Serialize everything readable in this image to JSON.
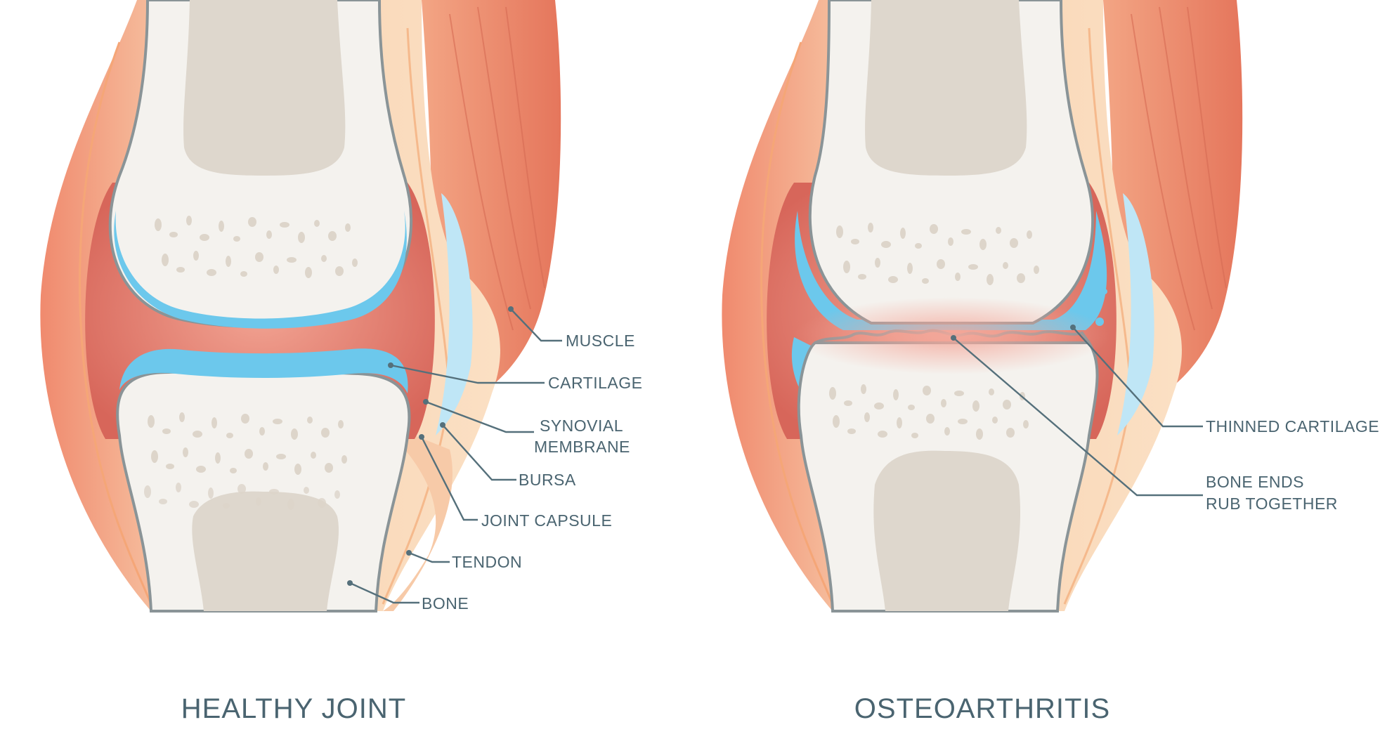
{
  "healthy": {
    "caption": "HEALTHY JOINT",
    "labels": {
      "muscle": "MUSCLE",
      "cartilage": "CARTILAGE",
      "synovial_1": "SYNOVIAL",
      "synovial_2": "MEMBRANE",
      "bursa": "BURSA",
      "joint_capsule": "JOINT CAPSULE",
      "tendon": "TENDON",
      "bone": "BONE"
    }
  },
  "osteo": {
    "caption": "OSTEOARTHRITIS",
    "labels": {
      "thinned_cartilage": "THINNED CARTILAGE",
      "bone_ends_1": "BONE ENDS",
      "bone_ends_2": "RUB TOGETHER"
    }
  },
  "colors": {
    "muscle": "#e8826a",
    "skin": "#f6c9a6",
    "capsule": "#d9685b",
    "bone": "#f4f2ee",
    "marrow": "#ded7cd",
    "cartilage": "#6cc8ec",
    "label": "#4a6470"
  }
}
